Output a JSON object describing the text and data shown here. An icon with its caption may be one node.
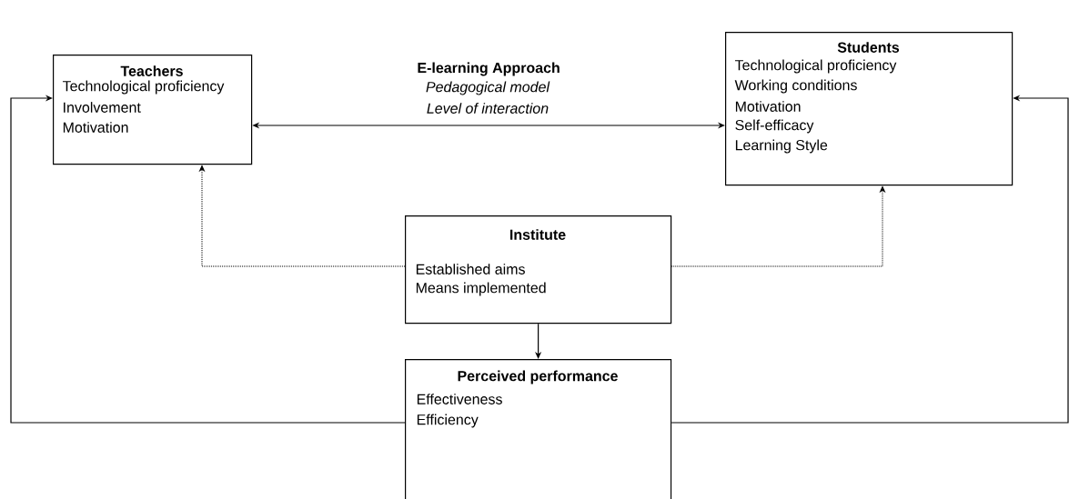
{
  "diagram": {
    "nodes": [
      {
        "text": [
          "Teachers",
          "Technological proficiency",
          "Involvement",
          "Motivation"
        ]
      },
      {
        "text": [
          "Students",
          "Technological proficiency",
          "Working conditions",
          "Motivation",
          "Self-efficacy",
          "Learning Style"
        ]
      },
      {
        "text": [
          "Institute",
          "Established aims",
          "Means implemented"
        ]
      },
      {
        "text": [
          "Perceived performance",
          "Effectiveness",
          "Efficiency"
        ]
      }
    ],
    "edges": [
      {
        "from": 0,
        "to": 1,
        "arrow": "both",
        "label": "E-learning Approach"
      },
      {
        "from": 2,
        "to": 0,
        "arrow": "to",
        "style": "dashed"
      },
      {
        "from": 2,
        "to": 1,
        "arrow": "to",
        "style": "dashed"
      },
      {
        "from": 2,
        "to": 3,
        "arrow": "to"
      },
      {
        "from": 3,
        "to": 0,
        "arrow": "to"
      },
      {
        "from": 3,
        "to": 1,
        "arrow": "to"
      }
    ],
    "labels": [
      "Pedagogical model",
      "Level of interaction"
    ]
  }
}
